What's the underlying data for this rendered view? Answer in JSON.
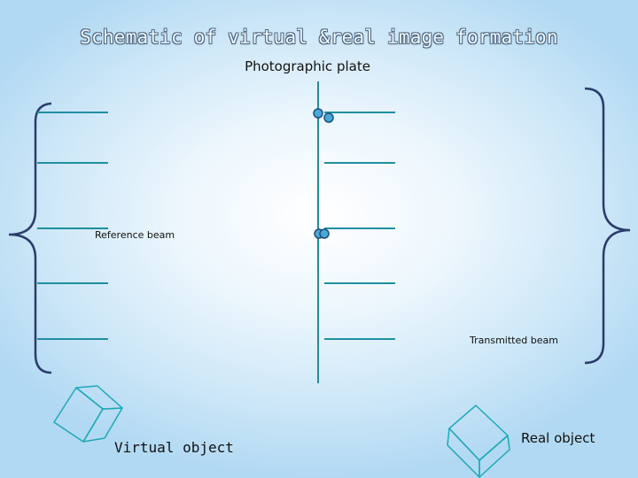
{
  "title": "Schematic of virtual &real image formation",
  "labels": {
    "photographic_plate": "Photographic plate",
    "reference_beam": "Reference beam",
    "transmitted_beam": "Transmitted beam",
    "virtual_object": "Virtual object",
    "real_object": "Real object"
  },
  "colors": {
    "line": "#1f8fa0",
    "brace": "#2b3c6b",
    "dot_fill": "#48a8d8",
    "dot_stroke": "#1d4f7c",
    "title_outline": "#4a6480"
  }
}
